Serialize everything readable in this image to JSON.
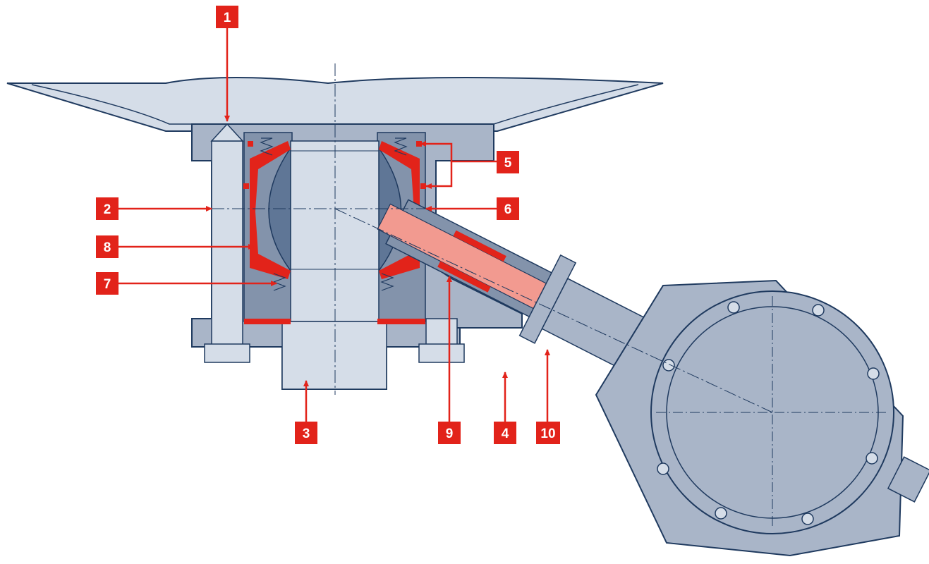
{
  "colors": {
    "background": "#ffffff",
    "steel_light": "#d5dde8",
    "steel_mid": "#a9b5c8",
    "steel_dark": "#5f7696",
    "outline": "#1f3a5f",
    "seal_red": "#e2231a",
    "stem_pink": "#f29a90",
    "label_bg": "#e2231a",
    "label_text": "#ffffff"
  },
  "callouts": [
    {
      "id": "1",
      "text": "1"
    },
    {
      "id": "2",
      "text": "2"
    },
    {
      "id": "3",
      "text": "3"
    },
    {
      "id": "4",
      "text": "4"
    },
    {
      "id": "5",
      "text": "5"
    },
    {
      "id": "6",
      "text": "6"
    },
    {
      "id": "7",
      "text": "7"
    },
    {
      "id": "8",
      "text": "8"
    },
    {
      "id": "9",
      "text": "9"
    },
    {
      "id": "10",
      "text": "10"
    }
  ]
}
